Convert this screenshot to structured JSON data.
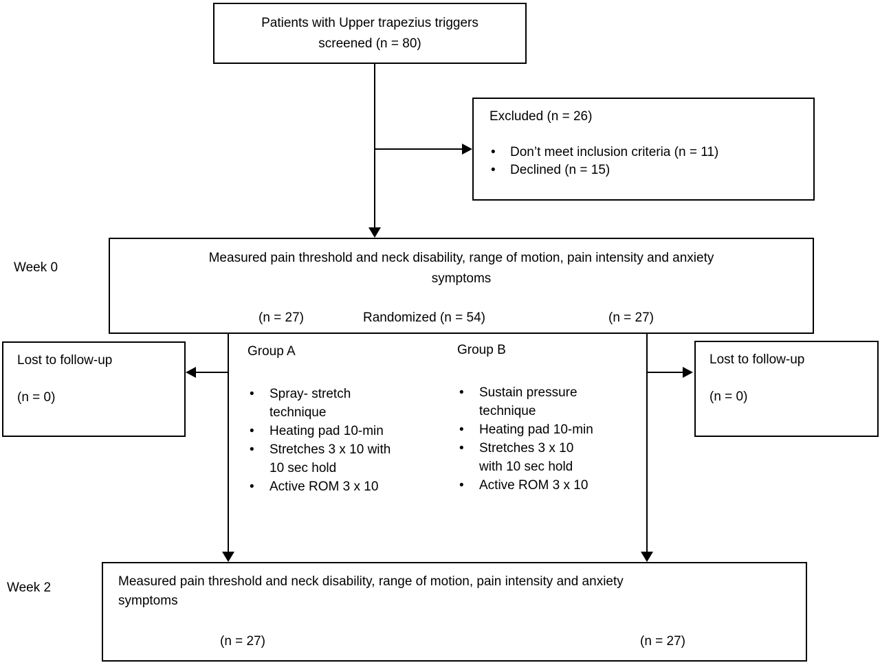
{
  "colors": {
    "line": "#000000",
    "text": "#000000",
    "background": "#ffffff"
  },
  "screened_box": {
    "text": "Patients with Upper trapezius triggers\nscreened (n = 80)"
  },
  "excluded_box": {
    "title": "Excluded (n = 26)",
    "bullets": [
      "Don’t meet inclusion criteria (n = 11)",
      "Declined (n = 15)"
    ]
  },
  "week0": {
    "label": "Week 0",
    "box_text": "Measured pain threshold and neck disability, range of motion, pain intensity and anxiety\nsymptoms",
    "n_left": "(n = 27)",
    "randomized": "Randomized (n = 54)",
    "n_right": "(n = 27)"
  },
  "lost_left": {
    "title": "Lost to follow-up",
    "n": "(n = 0)"
  },
  "lost_right": {
    "title": "Lost to follow-up",
    "n": "(n = 0)"
  },
  "group_a": {
    "title": "Group A",
    "bullets": [
      "Spray- stretch\ntechnique",
      "Heating pad 10-min",
      "Stretches 3 x 10 with\n10 sec hold",
      "Active ROM 3 x 10"
    ]
  },
  "group_b": {
    "title": "Group B",
    "bullets": [
      "Sustain pressure\ntechnique",
      "Heating pad 10-min",
      "Stretches 3 x 10\nwith 10 sec hold",
      "Active ROM 3 x 10"
    ]
  },
  "week2": {
    "label": "Week 2",
    "box_text": "Measured pain threshold and neck disability, range of motion, pain intensity and anxiety\nsymptoms",
    "n_left": "(n = 27)",
    "n_right": "(n = 27)"
  }
}
